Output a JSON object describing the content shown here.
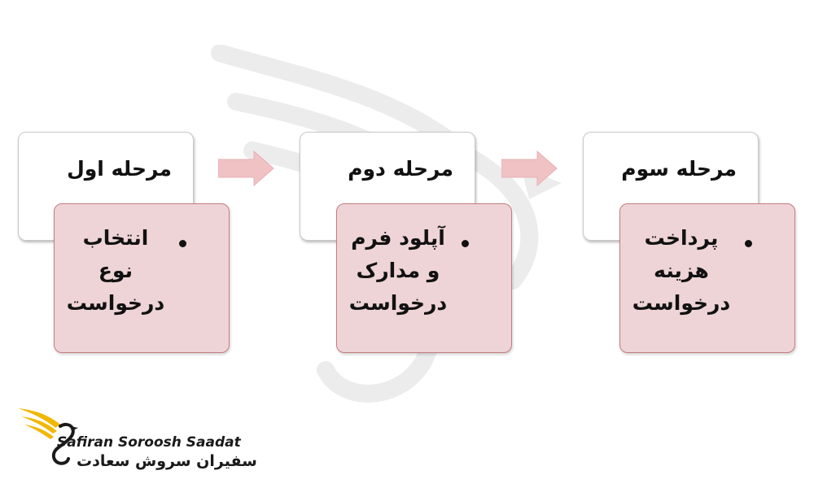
{
  "stages": [
    {
      "title": "مرحله اول",
      "lines": [
        "انتخاب",
        "نوع",
        "درخواست"
      ]
    },
    {
      "title": "مرحله دوم",
      "lines": [
        "آپلود فرم",
        "و مدارک",
        "درخواست"
      ]
    },
    {
      "title": "مرحله سوم",
      "lines": [
        "پرداخت",
        "هزینه",
        "درخواست"
      ]
    }
  ],
  "brand": {
    "name_en": "Safiran Soroosh Saadat",
    "name_fa": "سفیران سروش سعادت"
  },
  "colors": {
    "title_box_bg": "#ffffff",
    "body_box_bg": "#eed4d6",
    "body_box_border": "#c57c82",
    "arrow": "#f0c2c4",
    "logo_gold": "#f2b705"
  }
}
